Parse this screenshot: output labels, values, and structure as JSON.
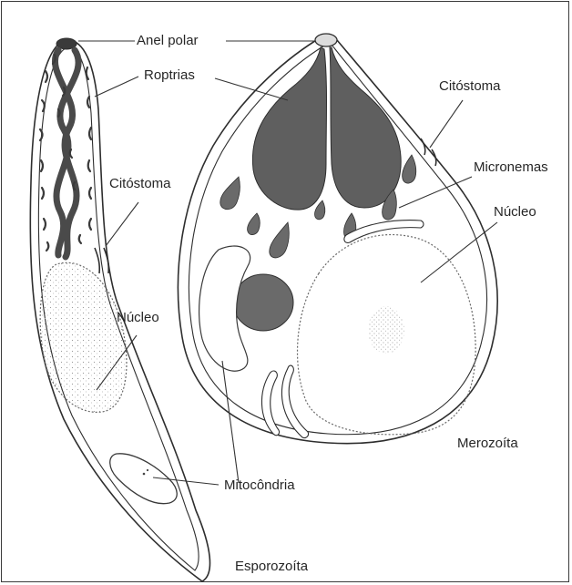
{
  "labels": {
    "anel_polar": "Anel polar",
    "roptrias": "Roptrias",
    "citostoma_merozoite": "Citóstoma",
    "micronemas": "Micronemas",
    "nucleo_merozoite": "Núcleo",
    "citostoma_sporozoite": "Citóstoma",
    "nucleo_sporozoite": "Núcleo",
    "mitocondria": "Mitocôndria",
    "merozoita": "Merozoíta",
    "esporozoita": "Esporozoíta"
  },
  "colors": {
    "outline": "#2e2e2e",
    "organelle_fill": "#6a6a6a",
    "roptria_fill": "#5f5f5f",
    "label_text": "#262626"
  }
}
